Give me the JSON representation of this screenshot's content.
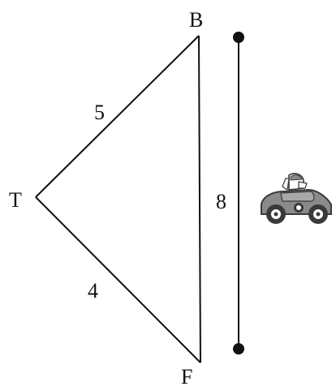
{
  "diagram": {
    "vertices": {
      "top": "B",
      "left": "T",
      "bottom": "F"
    },
    "side_lengths": {
      "TB": "5",
      "TF": "4",
      "BF": "8"
    },
    "icon": "race-car-icon",
    "colors": {
      "line": "#111111",
      "car_body": "#8a8a8a",
      "car_dark": "#3a3a3a",
      "driver": "#ffffff"
    }
  }
}
